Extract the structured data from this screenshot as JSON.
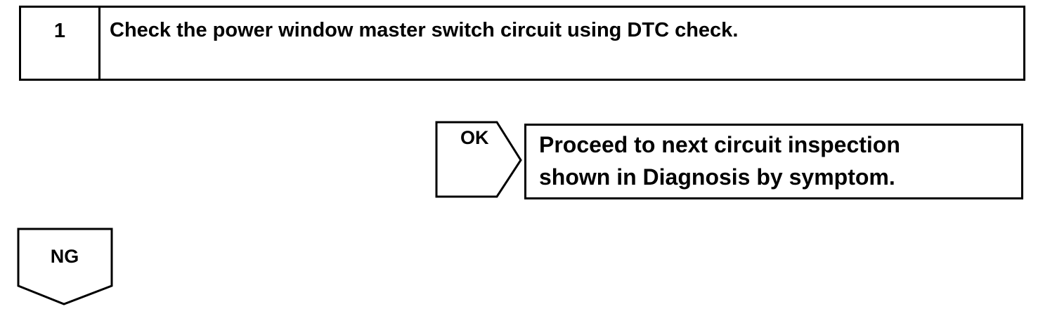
{
  "step": {
    "number": "1",
    "text": "Check the power window master switch circuit using DTC check."
  },
  "ok_branch": {
    "label": "OK",
    "result_lines": [
      "Proceed to next circuit inspection",
      "shown  in Diagnosis by symptom."
    ]
  },
  "ng_branch": {
    "label": "NG"
  }
}
